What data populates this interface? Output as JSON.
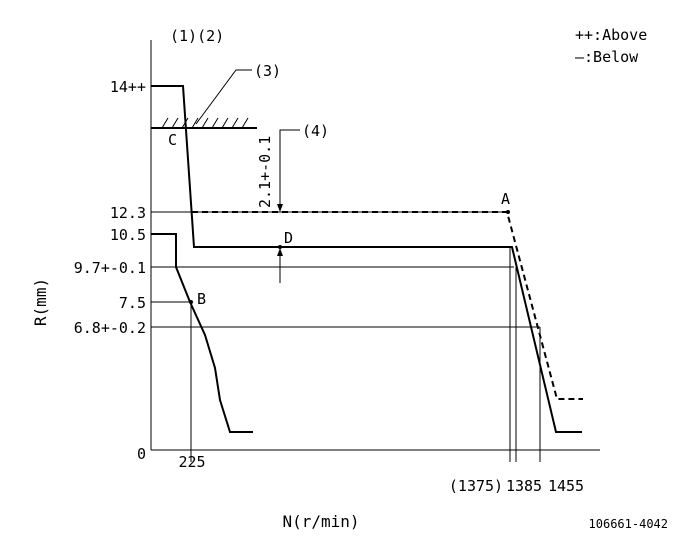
{
  "labels": {
    "top_left": "(1)(2)",
    "callout_3": "(3)",
    "callout_4": "(4)",
    "delta_note": "2.1+-0.1",
    "point_A": "A",
    "point_B": "B",
    "point_C": "C",
    "point_D": "D"
  },
  "legend": {
    "above": "++:Above",
    "below": "—:Below"
  },
  "axes": {
    "y_title": "R(mm)",
    "x_title": "N(r/min)",
    "origin": "0"
  },
  "y_ticks": [
    "14++",
    "12.3",
    "10.5",
    "9.7+-0.1",
    "7.5",
    "6.8+-0.2"
  ],
  "x_ticks": [
    "225",
    "(1375)",
    "1385",
    "1455"
  ],
  "drawing_id": "106661-4042",
  "colors": {
    "line": "#000000",
    "background": "#ffffff"
  }
}
